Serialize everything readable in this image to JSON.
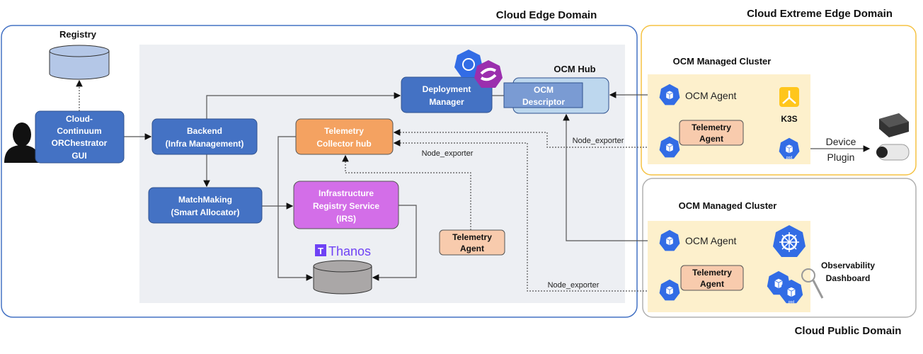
{
  "domains": {
    "edge": "Cloud Edge Domain",
    "extreme_edge": "Cloud Extreme Edge Domain",
    "public": "Cloud Public Domain"
  },
  "registry": {
    "label": "Registry"
  },
  "gui": {
    "lines": [
      "Cloud-",
      "Continuum",
      "ORChestrator",
      "GUI"
    ]
  },
  "backend": {
    "lines": [
      "Backend",
      "(Infra Management)"
    ]
  },
  "deployment_manager": {
    "lines": [
      "Deployment",
      "Manager"
    ]
  },
  "ocm_hub": {
    "label": "OCM Hub",
    "descriptor": [
      "OCM",
      "Descriptor"
    ]
  },
  "telemetry_hub": {
    "lines": [
      "Telemetry",
      "Collector hub"
    ]
  },
  "matchmaking": {
    "lines": [
      "MatchMaking",
      "(Smart Allocator)"
    ]
  },
  "irs": {
    "lines": [
      "Infrastructure",
      "Registry Service",
      "(IRS)"
    ]
  },
  "thanos": {
    "label": "Thanos",
    "logo_letter": "T"
  },
  "telemetry_agent": {
    "lines": [
      "Telemetry",
      "Agent"
    ]
  },
  "edges": {
    "node_exporter": "Node_exporter"
  },
  "extreme_cluster": {
    "title": "OCM Managed Cluster",
    "ocm_agent": "OCM Agent",
    "k3s": "K3S",
    "telemetry_agent": [
      "Telemetry",
      "Agent"
    ],
    "device_plugin": [
      "Device",
      "Plugin"
    ],
    "pod_label": "pod"
  },
  "public_cluster": {
    "title": "OCM Managed Cluster",
    "ocm_agent": "OCM Agent",
    "telemetry_agent": [
      "Telemetry",
      "Agent"
    ],
    "observability": [
      "Observability",
      "Dashboard"
    ],
    "pod_label": "pod"
  },
  "colors": {
    "blue_box": "#4472c4",
    "orange_box": "#f4a261",
    "purple_box": "#d36ee8",
    "agent_box": "#f8cbad",
    "edge_border": "#4472c4",
    "extreme_border": "#f5c242",
    "public_border": "#b0b0b0",
    "k8s_blue": "#326ce5",
    "cluster_panel": "#fdf0cc"
  }
}
